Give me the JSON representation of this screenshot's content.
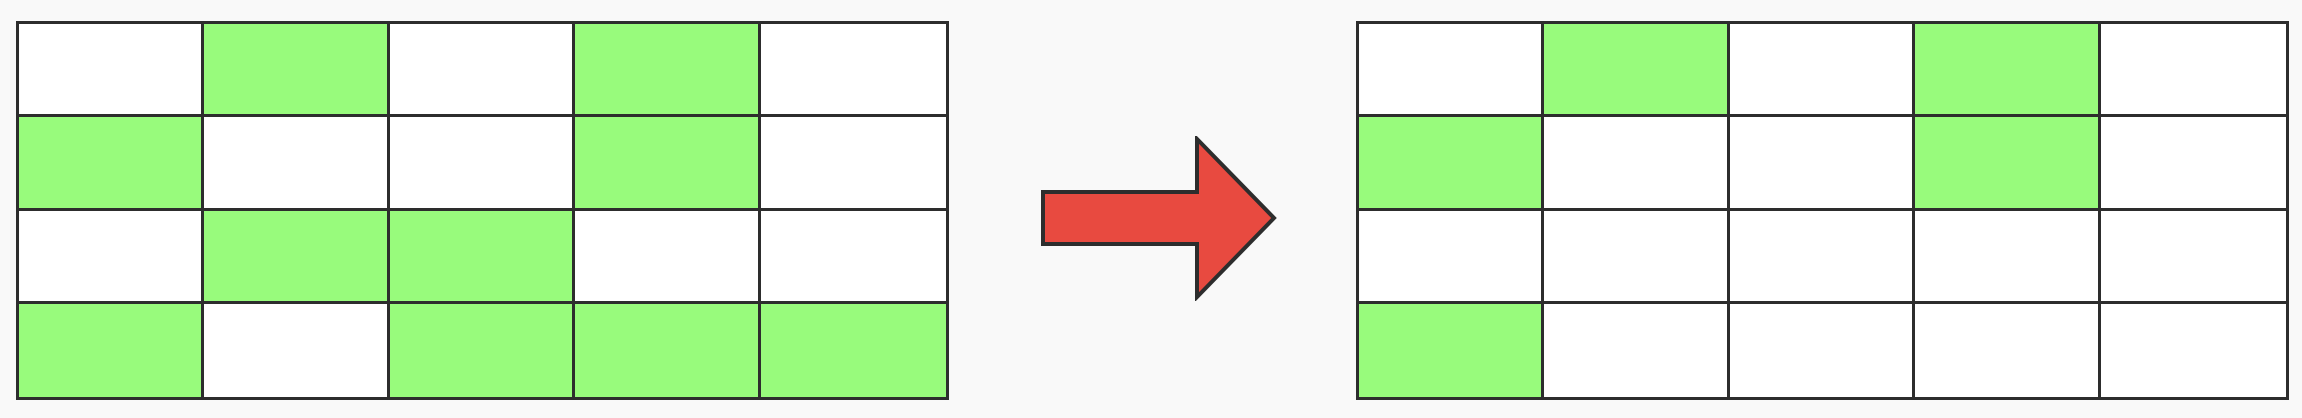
{
  "colors": {
    "filled": "#98fb7c",
    "empty": "#ffffff",
    "grid_line": "#2d2d2d",
    "arrow_fill": "#e84a40",
    "arrow_stroke": "#2d2d2d",
    "background": "#f9f9f9"
  },
  "grid_before": {
    "rows": 4,
    "cols": 5,
    "cells": [
      [
        0,
        1,
        0,
        1,
        0
      ],
      [
        1,
        0,
        0,
        1,
        0
      ],
      [
        0,
        1,
        1,
        0,
        0
      ],
      [
        1,
        0,
        1,
        1,
        1
      ]
    ]
  },
  "arrow": {
    "icon": "right-arrow-icon",
    "direction": "right"
  },
  "grid_after": {
    "rows": 4,
    "cols": 5,
    "cells": [
      [
        0,
        1,
        0,
        1,
        0
      ],
      [
        1,
        0,
        0,
        1,
        0
      ],
      [
        0,
        0,
        0,
        0,
        0
      ],
      [
        1,
        0,
        0,
        0,
        0
      ]
    ]
  }
}
